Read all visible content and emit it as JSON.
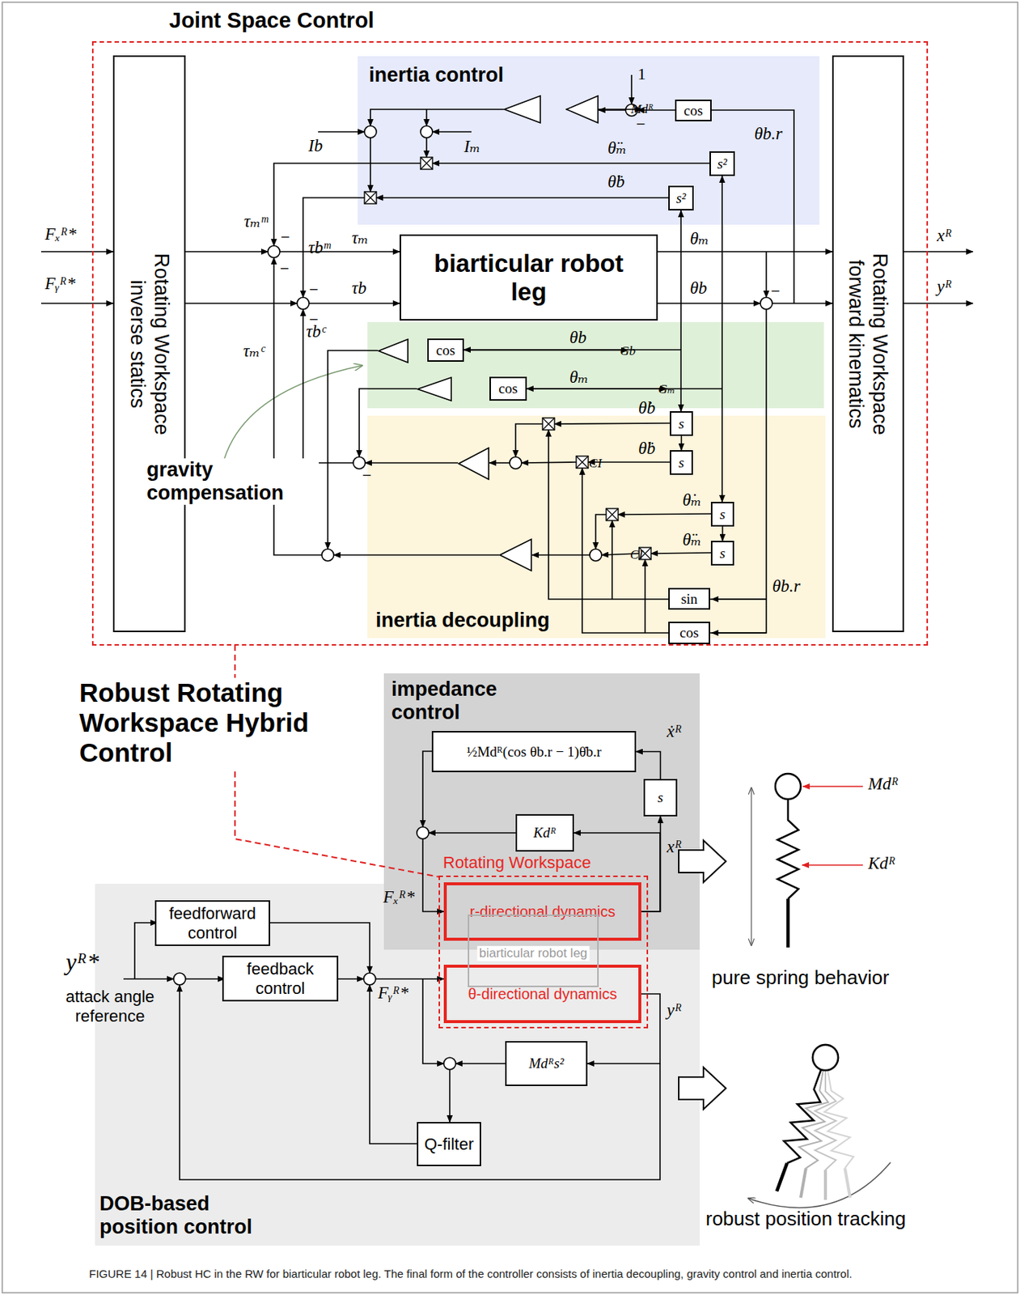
{
  "diagram": {
    "caption": "FIGURE 14 | Robust HC in the RW for biarticular robot leg. The final form of the controller consists of inertia decoupling, gravity control and inertia control.",
    "nodes": [
      {
        "text": [
          "Joint Space Control"
        ]
      },
      {
        "text": [
          "Rotating Workspace inverse statics"
        ],
        "in": 0
      },
      {
        "text": [
          "inertia control"
        ],
        "in": 0
      },
      {
        "text": [
          "Mdᴿ"
        ],
        "in": 2
      },
      {
        "text": [
          "l"
        ],
        "in": 2
      },
      {
        "text": [
          "cos"
        ],
        "in": 2
      },
      {
        "text": [
          "s²"
        ],
        "in": 2
      },
      {
        "text": [
          "s²"
        ],
        "in": 2
      },
      {
        "text": [
          "biarticular robot leg"
        ],
        "in": 0
      },
      {
        "text": [
          "Rotating Workspace forward kinematics"
        ],
        "in": 0
      },
      {
        "text": [
          "Gb"
        ],
        "in": 0
      },
      {
        "text": [
          "cos"
        ],
        "in": 0
      },
      {
        "text": [
          "Gₘ"
        ],
        "in": 0
      },
      {
        "text": [
          "cos"
        ],
        "in": 0
      },
      {
        "text": [
          "inertia decoupling"
        ],
        "in": 0
      },
      {
        "text": [
          "s"
        ],
        "in": 14
      },
      {
        "text": [
          "s"
        ],
        "in": 14
      },
      {
        "text": [
          "CI"
        ],
        "in": 14
      },
      {
        "text": [
          "s"
        ],
        "in": 14
      },
      {
        "text": [
          "s"
        ],
        "in": 14
      },
      {
        "text": [
          "CI"
        ],
        "in": 14
      },
      {
        "text": [
          "sin"
        ],
        "in": 14
      },
      {
        "text": [
          "cos"
        ],
        "in": 14
      },
      {
        "text": [
          "impedance control"
        ]
      },
      {
        "text": [
          "½Mdᴿ(cos θb.r − 1)θ̇b.r"
        ],
        "in": 23
      },
      {
        "text": [
          "s"
        ],
        "in": 23
      },
      {
        "text": [
          "Kdᴿ"
        ],
        "in": 23
      },
      {
        "text": [
          "Rotating Workspace"
        ]
      },
      {
        "text": [
          "r-directional dynamics"
        ],
        "in": 27
      },
      {
        "text": [
          "biarticular robot leg"
        ],
        "in": 27
      },
      {
        "text": [
          "θ-directional dynamics"
        ],
        "in": 27
      },
      {
        "text": [
          "DOB-based position control"
        ]
      },
      {
        "text": [
          "feedforward control"
        ],
        "in": 31
      },
      {
        "text": [
          "feedback control"
        ],
        "in": 31
      },
      {
        "text": [
          "Mdᴿs²"
        ],
        "in": 31
      },
      {
        "text": [
          "Q-filter"
        ],
        "in": 31
      }
    ],
    "edges": [
      {
        "from": 4,
        "to": 3,
        "arrow": "to"
      },
      {
        "from": 11,
        "to": 10,
        "arrow": "to"
      },
      {
        "from": 13,
        "to": 12,
        "arrow": "to"
      },
      {
        "from": 15,
        "to": 16,
        "arrow": "to"
      },
      {
        "from": 18,
        "to": 19,
        "arrow": "to"
      },
      {
        "from": 8,
        "to": 9,
        "arrow": "to"
      },
      {
        "from": 28,
        "to": 25,
        "arrow": "to"
      },
      {
        "from": 28,
        "to": 26,
        "arrow": "to"
      },
      {
        "from": 25,
        "to": 24,
        "arrow": "to"
      },
      {
        "from": 30,
        "to": 34,
        "arrow": "to"
      }
    ],
    "labels": [
      "Fₓᴿ*",
      "Fᵧᴿ*",
      "τₘᵐ",
      "τbᵐ",
      "τₘ",
      "τb",
      "−",
      "−",
      "−",
      "−",
      "τₘᶜ",
      "τbᶜ",
      "1",
      "−",
      "Ib",
      "Iₘ",
      "θ̈ₘ",
      "θ̈b",
      "θb.r",
      "θₘ",
      "θb",
      "−",
      "xᴿ",
      "yᴿ",
      "gravity compensation",
      "θb",
      "θₘ",
      "θ̇b",
      "θ̈b",
      "−",
      "θ̇ₘ",
      "θ̈ₘ",
      "θb.r",
      "Robust Rotating Workspace Hybrid Control",
      "ẋᴿ",
      "xᴿ",
      "Fₓᴿ*",
      "yᴿ*",
      "attack angle reference",
      "Fᵧᴿ*",
      "yᴿ",
      "Mdᴿ",
      "Kdᴿ",
      "pure spring behavior",
      "robust position tracking"
    ]
  }
}
